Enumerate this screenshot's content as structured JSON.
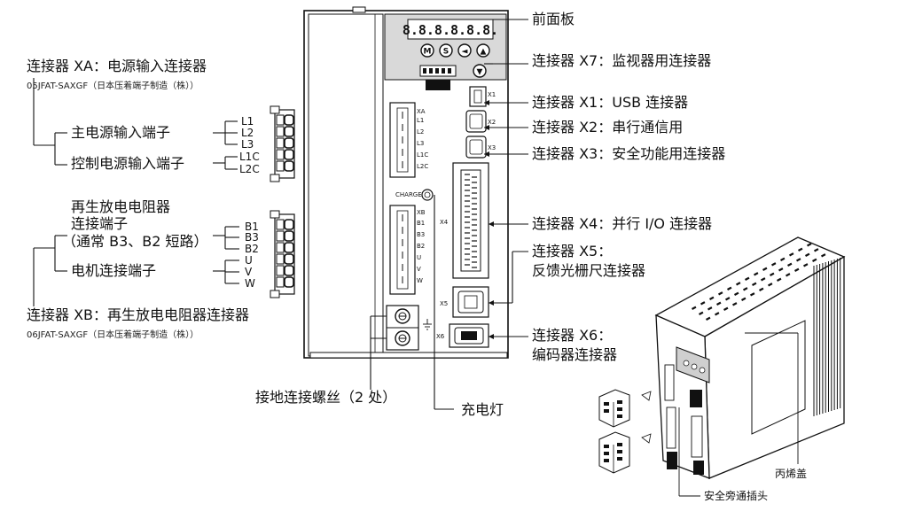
{
  "front_panel": {
    "display": "8.8.8.8.8.8.",
    "buttons": [
      "M",
      "S",
      "◄",
      "▲",
      "▼"
    ],
    "charge_label": "CHARGE"
  },
  "callouts": {
    "front_panel": "前面板",
    "x7": "连接器 X7：监视器用连接器",
    "x1": "连接器 X1：USB 连接器",
    "x2": "连接器 X2：串行通信用",
    "x3": "连接器 X3：安全功能用连接器",
    "x4": "连接器 X4：并行 I/O 连接器",
    "x5_line1": "连接器 X5：",
    "x5_line2": "反馈光栅尺连接器",
    "x6_line1": "连接器 X6：",
    "x6_line2": "编码器连接器",
    "ground_screw": "接地连接螺丝（2 处）",
    "charge_lamp": "充电灯"
  },
  "connector_xa": {
    "title": "连接器 XA：电源输入连接器",
    "part": "05JFAT-SAXGF（日本压着端子制造（株））",
    "main_power": "主电源输入端子",
    "control_power": "控制电源输入端子",
    "pins": [
      "L1",
      "L2",
      "L3",
      "L1C",
      "L2C"
    ],
    "panel_label": "XA"
  },
  "connector_xb": {
    "title": "连接器 XB：再生放电电阻器连接器",
    "part": "06JFAT-SAXGF（日本压着端子制造（株））",
    "regen_line1": "再生放电电阻器",
    "regen_line2": "连接端子",
    "regen_line3": "（通常 B3、B2 短路）",
    "motor": "电机连接端子",
    "pins": [
      "B1",
      "B3",
      "B2",
      "U",
      "V",
      "W"
    ],
    "panel_label": "XB"
  },
  "panel_port_labels": [
    "X1",
    "X2",
    "X3",
    "X4",
    "X5",
    "X6"
  ],
  "iso_view": {
    "cover": "丙烯盖",
    "safety_bypass": "安全旁通插头"
  }
}
